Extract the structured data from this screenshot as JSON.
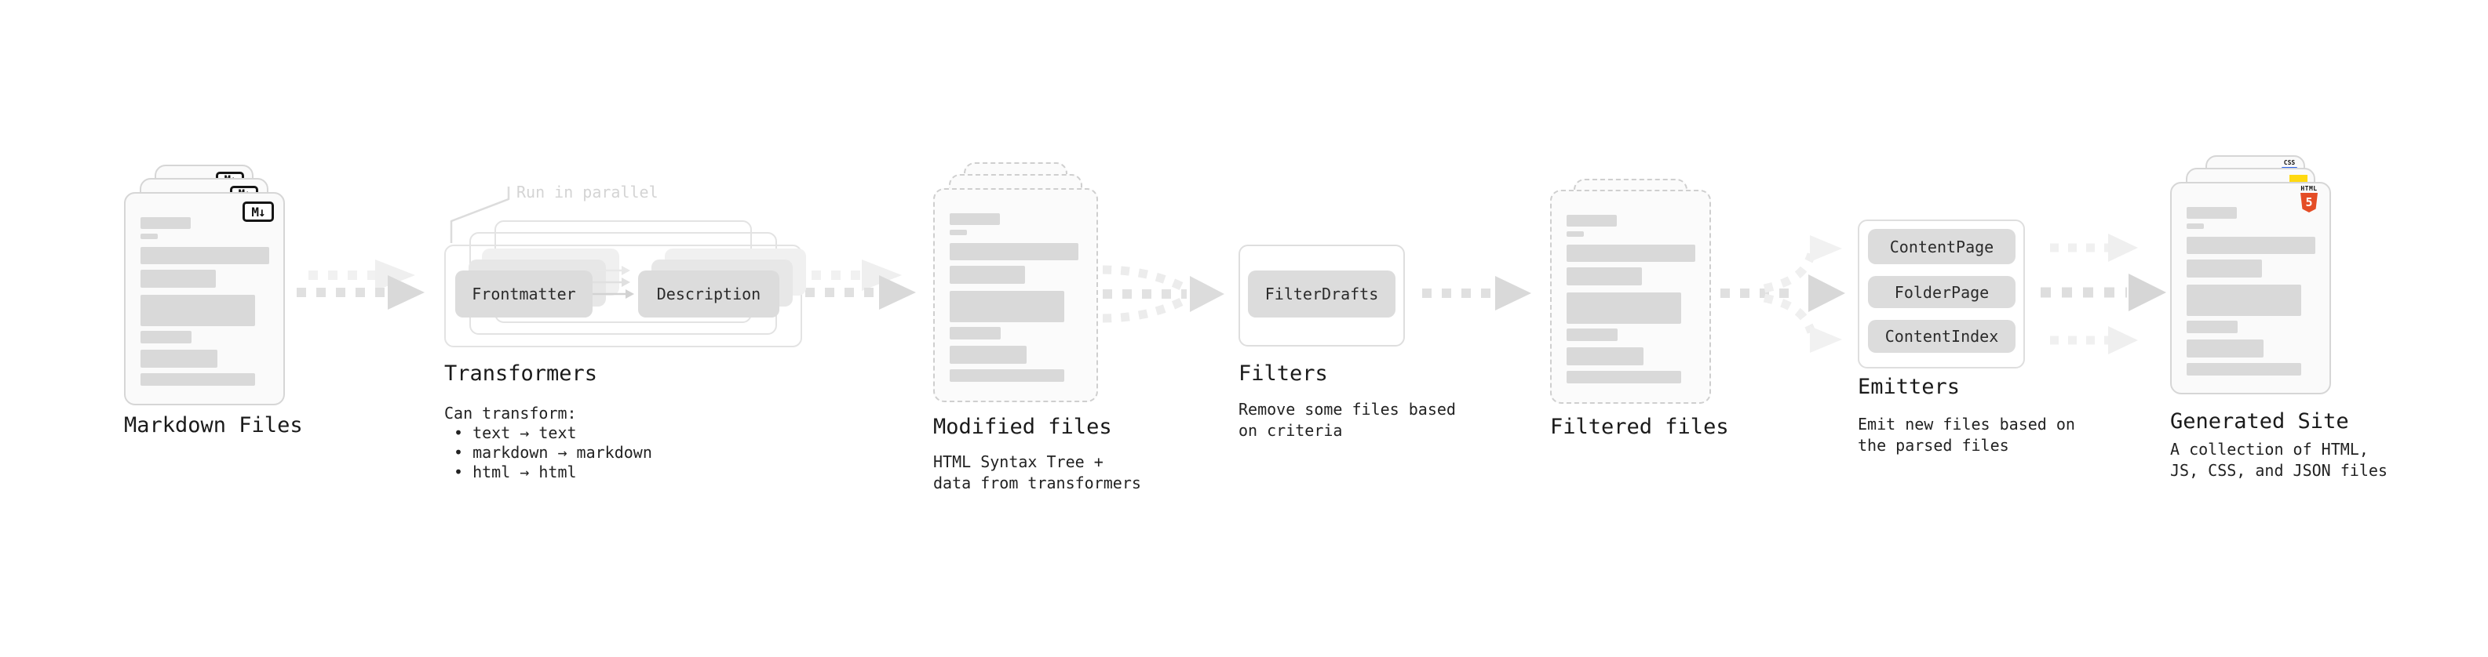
{
  "colors": {
    "html5_orange": "#e44d26",
    "js_yellow": "#ffd911",
    "css_blue": "#2b62e9",
    "card_border": "#d6d6d6",
    "arrow_gray": "#dadada",
    "text_dark": "#1a1a1a",
    "muted_label": "#d4d4d4"
  },
  "stages": {
    "markdown_files": {
      "title": "Markdown Files",
      "badge": "M↓"
    },
    "transformers": {
      "title": "Transformers",
      "parallel_label": "Run in parallel",
      "chips": [
        "Frontmatter",
        "Description"
      ],
      "note_heading": "Can transform:",
      "bullets": [
        "text → text",
        "markdown → markdown",
        "html → html"
      ]
    },
    "modified_files": {
      "title": "Modified files",
      "subtitle": [
        "HTML Syntax Tree +",
        "data from transformers"
      ]
    },
    "filters": {
      "title": "Filters",
      "chips": [
        "FilterDrafts"
      ],
      "subtitle": [
        "Remove some files based",
        "on criteria"
      ]
    },
    "filtered_files": {
      "title": "Filtered files"
    },
    "emitters": {
      "title": "Emitters",
      "chips": [
        "ContentPage",
        "FolderPage",
        "ContentIndex"
      ],
      "subtitle": [
        "Emit new files based on",
        "the parsed files"
      ]
    },
    "generated_site": {
      "title": "Generated Site",
      "subtitle": [
        "A collection of HTML,",
        "JS, CSS, and JSON files"
      ],
      "file_badges": {
        "html5_label": "HTML",
        "html5_numeral": "5",
        "css_label": "CSS"
      }
    }
  }
}
